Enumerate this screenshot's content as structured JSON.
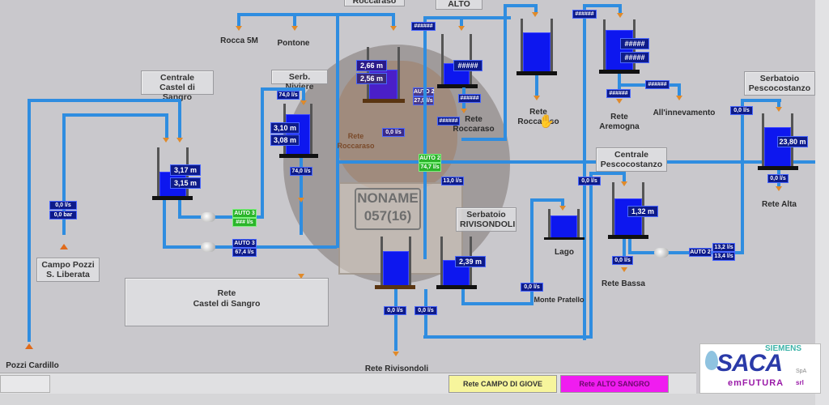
{
  "header_partial": {
    "top_box_1": "Roccaraso",
    "top_box_2": "ALTO"
  },
  "labels": {
    "rocca5m": "Rocca 5M",
    "pontone": "Pontone",
    "centrale_castel": "Centrale\nCastel di Sangro",
    "serb_niviere": "Serb. Niviere",
    "rete_roccaraso_left": "Rete\nRoccaraso",
    "rete_roccaraso_mid": "Rete\nRoccaraso",
    "rete_roccaraso_right": "Rete\nRoccaraso",
    "rete_aremogna": "Rete\nAremogna",
    "allinnevamento": "All'innevamento",
    "serbatoio_pescocostanzo": "Serbatoio\nPescocostanzo",
    "rete_alta": "Rete Alta",
    "centrale_pescocostanzo": "Centrale\nPescocostanzo",
    "lago": "Lago",
    "rete_bassa": "Rete Bassa",
    "monte_pratello": "Monte Pratello",
    "serbatoio_rivisondoli": "Serbatoio\nRIVISONDOLI",
    "campo_pozzi": "Campo Pozzi\nS. Liberata",
    "pozzi_cardillo": "Pozzi Cardillo",
    "rete_castel": "Rete\nCastel di Sangro",
    "rete_rivisondoli": "Rete Rivisondoli"
  },
  "values": {
    "castel_level1": "3,17 m",
    "castel_level2": "3,15 m",
    "niviere_flow_in": "74,0 l/s",
    "niviere_level1": "3,10 m",
    "niviere_level2": "3,08 m",
    "niviere_flow_out": "74,0 l/s",
    "roccaraso_level1": "2,66 m",
    "roccaraso_level2": "2,56 m",
    "roccaraso_auto": "AUTO 2",
    "roccaraso_flow": "27,9 l/s",
    "roccaraso_out": "0,0 l/s",
    "alto_flow_in": "######",
    "alto_level": "#####",
    "alto_out1": "######",
    "alto_out2": "######",
    "aremogna_flow_in": "######",
    "aremogna_level1": "#####",
    "aremogna_level2": "#####",
    "aremogna_out": "######",
    "innevamento_flow": "######",
    "auto2_green": "AUTO 2",
    "auto2_green_flow": "74,7 l/s",
    "riv_flow_in": "13,0 l/s",
    "riv_level": "2,39 m",
    "riv_out1": "0,0 l/s",
    "riv_out2": "0,0 l/s",
    "pratello_flow": "0,0 l/s",
    "pesco_c_flow_in": "0,0 l/s",
    "pesco_c_level": "1,32 m",
    "pesco_c_out": "0,0 l/s",
    "pesco_c_auto": "AUTO 2",
    "pesco_c_flow1": "13,2 l/s",
    "pesco_c_flow2": "13,4 l/s",
    "pesco_s_flow_in": "0,0 l/s",
    "pesco_s_level": "23,80 m",
    "pesco_s_out": "0,0 l/s",
    "campo_flow": "0,0 l/s",
    "campo_pressure": "0,0 bar",
    "pump1_auto": "AUTO 3",
    "pump1_flow": "### l/s",
    "pump2_auto": "AUTO 3",
    "pump2_flow": "67,4 l/s"
  },
  "tank_fill": {
    "castel": 0.55,
    "niviere": 0.85,
    "roccaraso": 0.6,
    "alto": 0.45,
    "rocca_top": 0.8,
    "aremogna": 0.85,
    "pesco_s": 0.8,
    "pesco_c": 0.75,
    "lago": 0.8,
    "rivisondoli": 0.55
  },
  "nav": {
    "btn_campo": "Rete CAMPO DI GIOVE",
    "btn_alto": "Rete ALTO SANGRO",
    "btn_campo_color": "#f7f59c",
    "btn_alto_color": "#f01cf0"
  },
  "logo": {
    "siemens": "SIEMENS",
    "saca": "SACA",
    "spa": "SpA",
    "emfutura": "emFUTURA",
    "srl": "srl"
  },
  "overlay": {
    "line1": "NONAME",
    "line2": "057(16)"
  }
}
